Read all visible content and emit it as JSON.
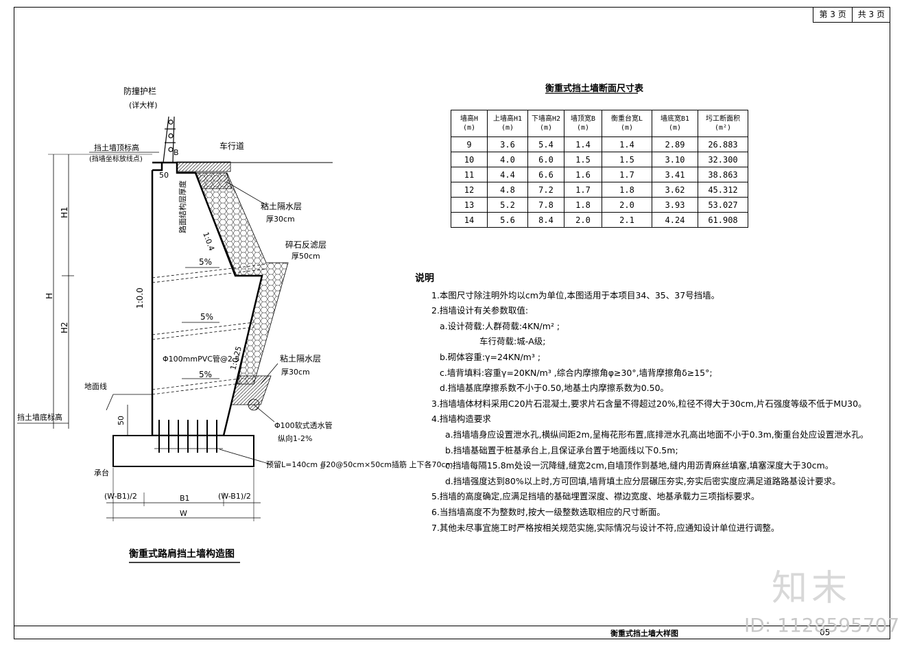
{
  "page": {
    "current": "第 3 页",
    "total": "共 3 页"
  },
  "drawing": {
    "title": "衡重式路肩挡土墙构造图",
    "railing": "防撞护栏",
    "railing_note": "(详大样)",
    "wall_top_elev": "挡土墙顶标高",
    "wall_top_note": "(挡墙坐标放线点)",
    "lane": "车行道",
    "b_label": "B",
    "dim_50_top": "50",
    "pavement": "路面结构层厚度",
    "clay_top": "粘土隔水层",
    "clay_top_t": "厚30cm",
    "slope_04": "1:0.4",
    "gravel": "碎石反滤层",
    "gravel_t": "厚50cm",
    "slope_00": "1:0.0",
    "pct": "5%",
    "pvc": "Φ100mmPVC管@2.5",
    "slope_025": "1:0.25",
    "clay_bot": "粘土隔水层",
    "clay_bot_t": "厚30cm",
    "ground": "地面线",
    "dim_50_bot": "50",
    "wall_bottom_elev": "挡土墙底标高",
    "drain": "Φ100软式透水管",
    "drain_slope": "纵向1-2%",
    "h1": "H1",
    "h": "H",
    "h2": "H2",
    "cap": "承台",
    "rebar": "预留L=140cm  ∯20@50cm×50cm插筋  上下各70cm",
    "w_left": "(W-B1)/2",
    "b1": "B1",
    "w_right": "(W-B1)/2",
    "w": "W"
  },
  "table": {
    "title": "衡重式挡土墙断面尺寸表",
    "headers": [
      [
        "墙高H",
        "(m)"
      ],
      [
        "上墙高H1",
        "(m)"
      ],
      [
        "下墙高H2",
        "(m)"
      ],
      [
        "墙顶宽B",
        "(m)"
      ],
      [
        "衡重台宽L",
        "(m)"
      ],
      [
        "墙底宽B1",
        "(m)"
      ],
      [
        "圬工断面积",
        "(m²)"
      ]
    ],
    "rows": [
      [
        "9",
        "3.6",
        "5.4",
        "1.4",
        "1.4",
        "2.89",
        "26.883"
      ],
      [
        "10",
        "4.0",
        "6.0",
        "1.5",
        "1.5",
        "3.10",
        "32.300"
      ],
      [
        "11",
        "4.4",
        "6.6",
        "1.6",
        "1.7",
        "3.41",
        "38.863"
      ],
      [
        "12",
        "4.8",
        "7.2",
        "1.7",
        "1.8",
        "3.62",
        "45.312"
      ],
      [
        "13",
        "5.2",
        "7.8",
        "1.8",
        "2.0",
        "3.93",
        "53.027"
      ],
      [
        "14",
        "5.6",
        "8.4",
        "2.0",
        "2.1",
        "4.24",
        "61.908"
      ]
    ]
  },
  "notes": {
    "heading": "说明",
    "n1": "1.本图尺寸除注明外均以cm为单位,本图适用于本项目34、35、37号挡墙。",
    "n2": "2.挡墙设计有关参数取值:",
    "n2a": "a.设计荷载:人群荷载:4KN/m²  ;",
    "n2a2": "车行荷载:城-A级;",
    "n2b": "b.砌体容重:γ=24KN/m³  ;",
    "n2c": "c.墙背填料:容重γ=20KN/m³  ,综合内摩擦角φ≥30°,墙背摩擦角δ≥15°;",
    "n2d": "d.挡墙基底摩擦系数不小于0.50,地基土内摩擦系数为0.50。",
    "n3": "3.挡墙墙体材料采用C20片石混凝土,要求片石含量不得超过20%,粒径不得大于30cm,片石强度等级不低于MU30。",
    "n4": "4.挡墙构造要求",
    "n4a": "a.挡墙墙身应设置泄水孔,横纵间距2m,呈梅花形布置,底排泄水孔高出地面不小于0.3m,衡重台处应设置泄水孔。",
    "n4b": "b.挡墙基础置于桩基承台上,且保证承台置于地面线以下0.5m;",
    "n4c": "c.挡墙每隔15.8m处设一沉降缝,缝宽2cm,自墙顶作到基地,缝内用沥青麻丝填塞,填塞深度大于30cm。",
    "n4d": "d.挡墙强度达到80%以上时,方可回填,墙背填土应分层碾压夯实,夯实后密实度应满足道路路基设计要求。",
    "n5": "5.挡墙的高度确定,应满足挡墙的基础埋置深度、襟边宽度、地基承载力三项指标要求。",
    "n6": "6.当挡墙高度不为整数时,按大一级整数选取相应的尺寸断面。",
    "n7": "7.其他未尽事宜施工时严格按相关规范实施,实际情况与设计不符,应通知设计单位进行调整。"
  },
  "titleblock": {
    "title": "衡重式挡土墙大样图",
    "number": "05"
  },
  "watermark": {
    "brand": "知末",
    "id": "ID: 1128595707"
  }
}
